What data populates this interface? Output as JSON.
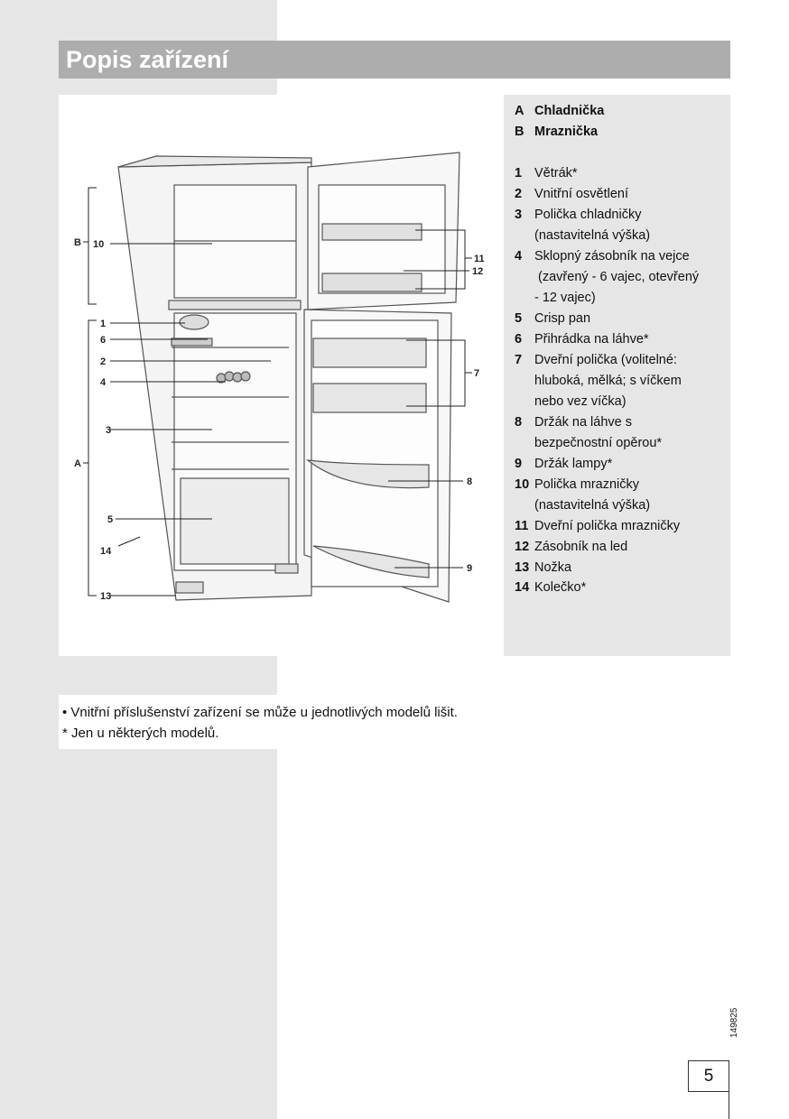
{
  "title": "Popis zařízení",
  "figure": {
    "callouts": {
      "A": "A",
      "B": "B",
      "c1": "1",
      "c2": "2",
      "c3": "3",
      "c4": "4",
      "c5": "5",
      "c6": "6",
      "c7": "7",
      "c8": "8",
      "c9": "9",
      "c10": "10",
      "c11": "11",
      "c12": "12",
      "c13": "13",
      "c14": "14"
    }
  },
  "legend": {
    "sections": [
      {
        "key": "A",
        "label": "Chladnička"
      },
      {
        "key": "B",
        "label": "Mraznička"
      }
    ],
    "items": [
      {
        "num": "1",
        "lines": [
          "Větrák*"
        ]
      },
      {
        "num": "2",
        "lines": [
          "Vnitřní osvětlení"
        ]
      },
      {
        "num": "3",
        "lines": [
          "Polička chladničky",
          "(nastavitelná výška)"
        ]
      },
      {
        "num": "4",
        "lines": [
          "Sklopný zásobník na vejce",
          " (zavřený - 6 vajec, otevřený",
          "- 12 vajec)"
        ]
      },
      {
        "num": "5",
        "lines": [
          "Crisp pan"
        ]
      },
      {
        "num": "6",
        "lines": [
          "Přihrádka na láhve*"
        ]
      },
      {
        "num": "7",
        "lines": [
          "Dveřní polička (volitelné:",
          "hluboká, mělká; s víčkem",
          "nebo vez víčka)"
        ]
      },
      {
        "num": "8",
        "lines": [
          "Držák na láhve s",
          "bezpečnostní opěrou*"
        ]
      },
      {
        "num": "9",
        "lines": [
          "Držák lampy*"
        ]
      },
      {
        "num": "10",
        "lines": [
          "Polička mrazničky",
          "(nastavitelná výška)"
        ]
      },
      {
        "num": "11",
        "lines": [
          "Dveřní polička mrazničky"
        ]
      },
      {
        "num": "12",
        "lines": [
          "Zásobník na led"
        ]
      },
      {
        "num": "13",
        "lines": [
          "Nožka"
        ]
      },
      {
        "num": "14",
        "lines": [
          "Kolečko*"
        ]
      }
    ]
  },
  "notes": {
    "bullet": "•  Vnitřní příslušenství zařízení se může u jednotlivých modelů lišit.",
    "asterisk": "* Jen u některých modelů."
  },
  "doc_number": "149825",
  "page_number": "5"
}
